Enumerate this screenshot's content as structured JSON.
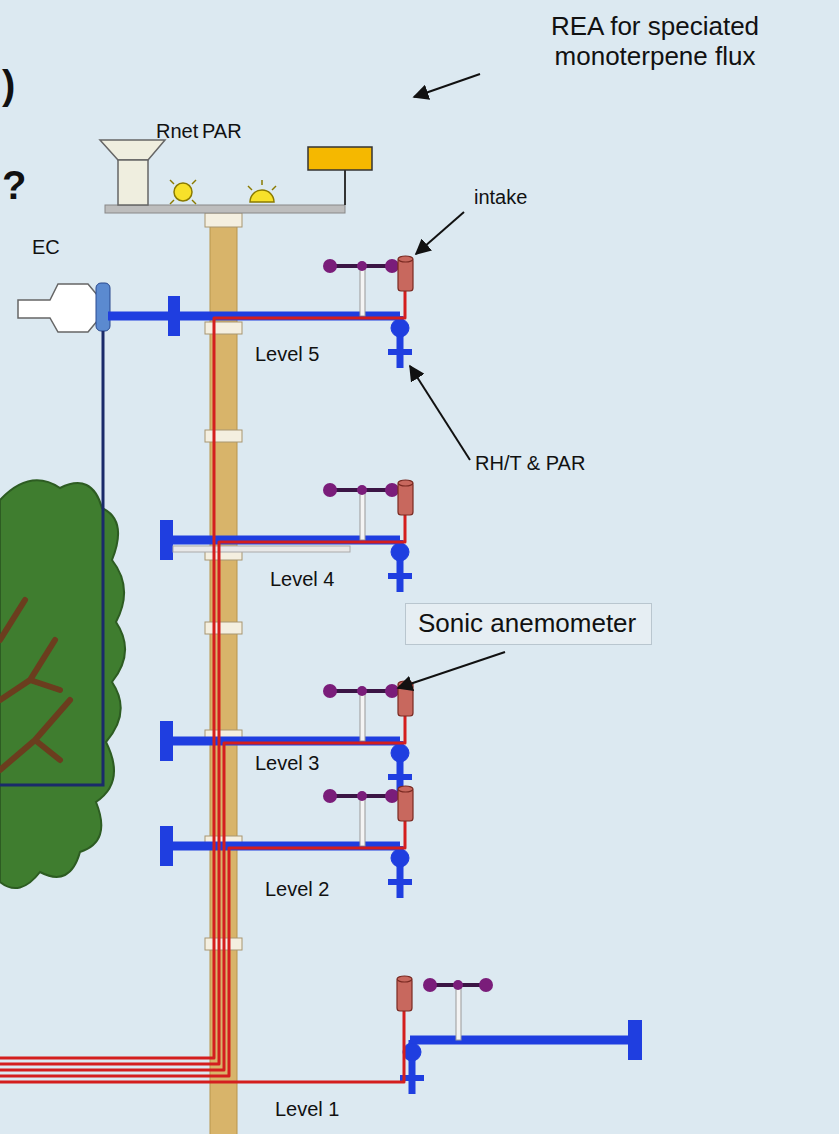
{
  "diagram": {
    "nodes": [
      {
        "text": [
          "Sonic anemometer"
        ]
      }
    ],
    "labels": [
      ")",
      "?",
      "REA for speciated monoterpene flux",
      "Rnet",
      "PAR",
      "intake",
      "EC",
      "Level 5",
      "RH/T & PAR",
      "Level 4",
      "Level 3",
      "Level 2",
      "Level 1"
    ]
  }
}
